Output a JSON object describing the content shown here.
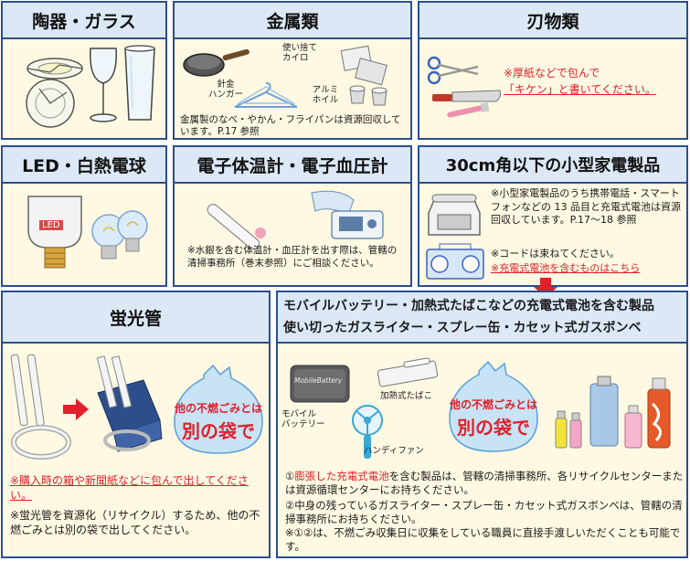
{
  "ceramics": {
    "title": "陶器・ガラス"
  },
  "metal": {
    "title": "金属類",
    "labels": {
      "kairo": "使い捨て\nカイロ",
      "hanger": "針金\nハンガー",
      "foil": "アルミ\nホイル"
    },
    "note": "金属製のなべ・やかん・フライパンは資源回収しています。P.17 参照"
  },
  "blades": {
    "title": "刃物類",
    "note_line1": "※厚紙などで包んで",
    "note_line2": "「キケン」と書いてください。"
  },
  "bulbs": {
    "title": "LED・白熱電球",
    "led_label": "LED"
  },
  "thermo": {
    "title": "電子体温計・電子血圧計",
    "note": "※水銀を含む体温計・血圧計を出す際は、管轄の清掃事務所（巻末参照）にご相談ください。"
  },
  "appliance": {
    "title": "30cm角以下の小型家電製品",
    "note1": "※小型家電製品のうち携帯電話・スマートフォンなどの 13 品目と充電式電池は資源回収しています。P.17～18 参照",
    "note2": "※コードは束ねてください。",
    "link": "※充電式電池を含むものはこちら"
  },
  "fluorescent": {
    "title": "蛍光管",
    "bag_line1": "他の不燃ごみとは",
    "bag_line2": "別の袋で",
    "note_red": "※購入時の箱や新聞紙などに包んで出してください。",
    "note": "※蛍光管を資源化（リサイクル）するため、他の不燃ごみとは別の袋で出してください。"
  },
  "battery": {
    "title_line1": "モバイルバッテリー・加熱式たばこなどの充電式電池を含む製品",
    "title_line2": "使い切ったガスライター・スプレー缶・カセット式ガスボンベ",
    "labels": {
      "mobile": "モバイル\nバッテリー",
      "device_text": "MobileBattery",
      "heated": "加熱式たばこ",
      "fan": "ハンディファン"
    },
    "bag_line1": "他の不燃ごみとは",
    "bag_line2": "別の袋で",
    "note1_prefix": "①",
    "note1_red": "膨張した充電式電池",
    "note1_rest": "を含む製品は、管轄の清掃事務所、各リサイクルセンターまたは資源循環センターにお持ちください。",
    "note2": "②中身の残っているガスライター・スプレー缶・カセット式ガスボンベは、管轄の清掃事務所にお持ちください。",
    "note3": "※①②は、不燃ごみ収集日に収集をしている職員に直接手渡しいただくことも可能です。"
  },
  "colors": {
    "border": "#2a4f8f",
    "header": "#dce8f6",
    "body": "#fff9e3",
    "red": "#e0202a"
  }
}
